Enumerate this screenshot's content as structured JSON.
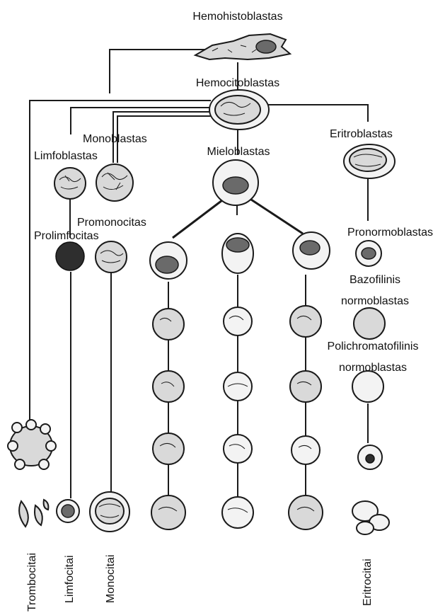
{
  "labels": {
    "hemohistoblastas": "Hemohistoblastas",
    "hemocitoblastas": "Hemocitoblastas",
    "monoblastas": "Monoblastas",
    "limfoblastas": "Limfoblastas",
    "mieloblastas": "Mieloblastas",
    "eritroblastas": "Eritroblastas",
    "promonocitas": "Promonocitas",
    "prolimfocitas": "Prolimfocitas",
    "pronormoblastas": "Pronormoblastas",
    "bazofilinis_line1": "Bazofilinis",
    "bazofilinis_line2": "normoblastas",
    "polichromatofilinis_line1": "Polichromatofilinis",
    "polichromatofilinis_line2": "normoblastas"
  },
  "bottom_labels": {
    "trombocitai": "Trombocitai",
    "limfocitai": "Limfocitai",
    "monocitai": "Monocitai",
    "eritrocitai": "Eritrocitai"
  }
}
